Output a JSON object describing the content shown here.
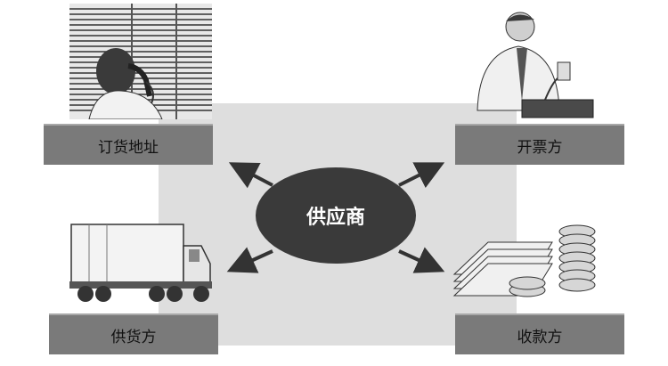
{
  "center": {
    "label": "供应商"
  },
  "boxes": {
    "top_left": "订货地址",
    "top_right": "开票方",
    "bottom_left": "供货方",
    "bottom_right": "收款方"
  },
  "colors": {
    "ellipse": "#3a3a3a",
    "box": "#7a7a7a",
    "panel": "#dedede",
    "arrow": "#333333"
  },
  "icons": [
    "person-on-phone-illustration",
    "person-with-cash-register-illustration",
    "delivery-truck-illustration",
    "money-coins-illustration"
  ]
}
